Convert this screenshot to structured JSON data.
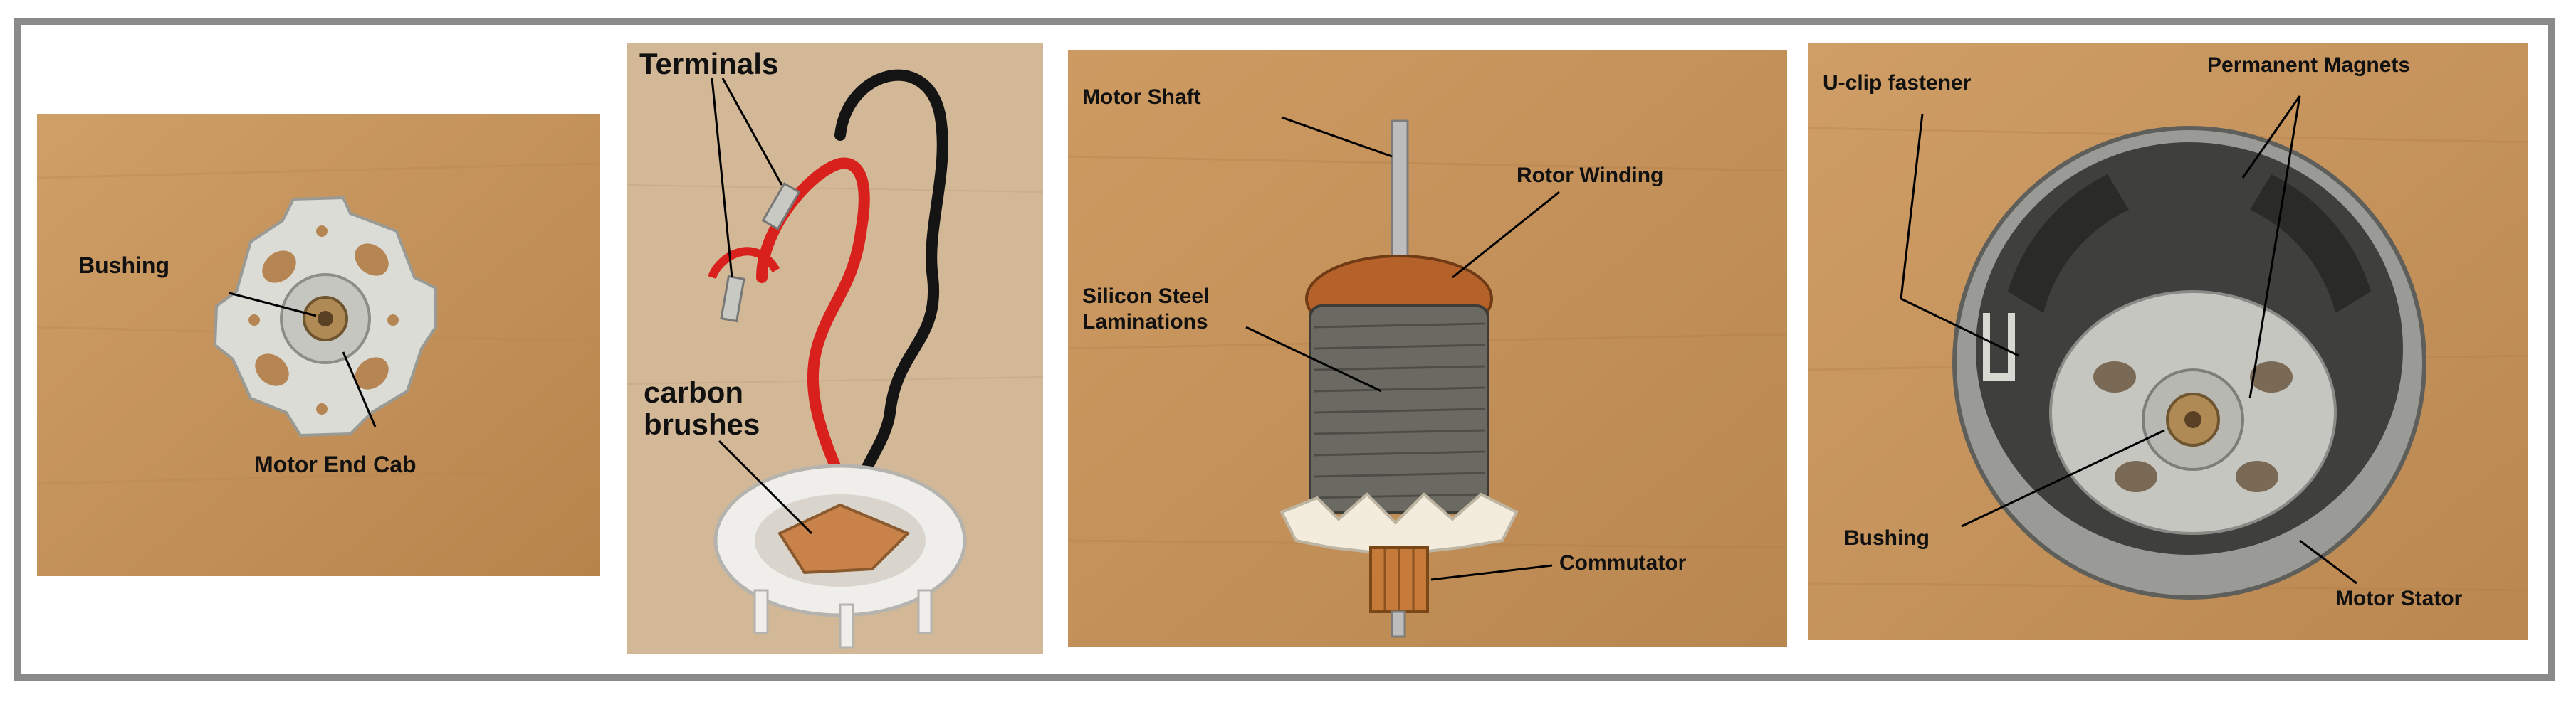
{
  "figure": {
    "panels": [
      {
        "id": "end-cap",
        "labels": {
          "bushing": "Bushing",
          "end_cab": "Motor End Cab"
        }
      },
      {
        "id": "brushes",
        "labels": {
          "terminals": "Terminals",
          "carbon_line1": "carbon",
          "carbon_line2": "brushes"
        }
      },
      {
        "id": "rotor",
        "labels": {
          "shaft": "Motor Shaft",
          "winding": "Rotor Winding",
          "lam_line1": "Silicon Steel",
          "lam_line2": "Laminations",
          "commutator": "Commutator"
        }
      },
      {
        "id": "stator",
        "labels": {
          "uclip": "U-clip fastener",
          "magnets": "Permanent Magnets",
          "bushing": "Bushing",
          "stator": "Motor Stator"
        }
      }
    ]
  },
  "colors": {
    "frame": "#8a8a8a",
    "wood": "#c89a63",
    "cardboard": "#cfb797",
    "wire_red": "#d8201c",
    "wire_black": "#141414",
    "copper": "#b4622a"
  }
}
